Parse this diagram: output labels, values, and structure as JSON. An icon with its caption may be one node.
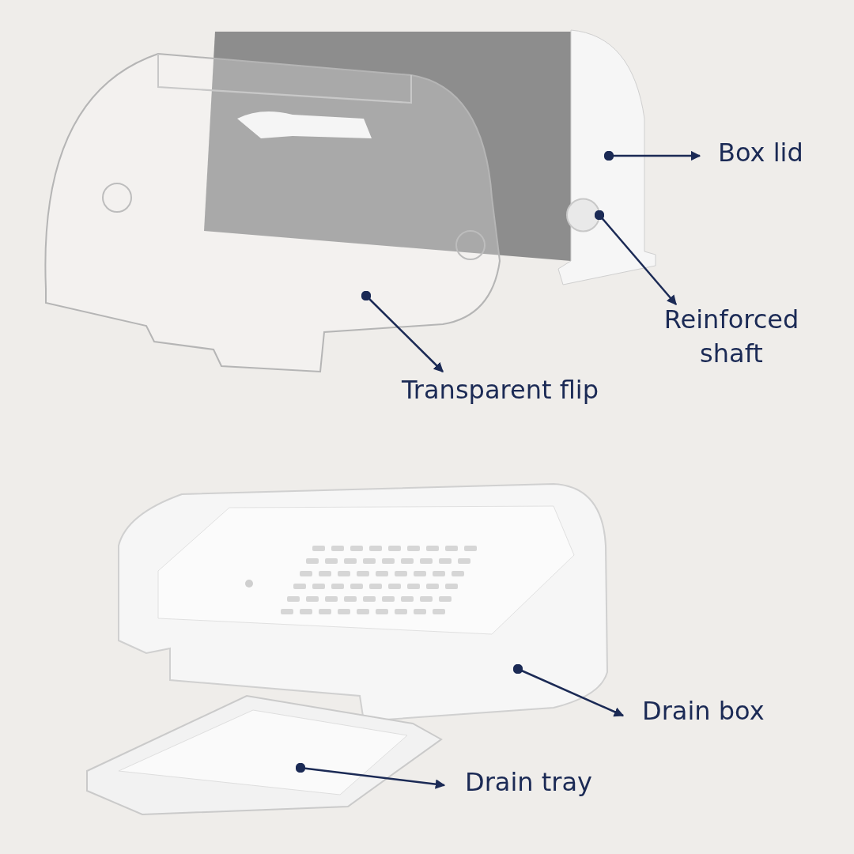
{
  "diagram": {
    "nodes": [
      {
        "text": [
          "Box lid"
        ]
      },
      {
        "text": [
          "Reinforced shaft"
        ]
      },
      {
        "text": [
          "Transparent flip"
        ]
      },
      {
        "text": [
          "Drain box"
        ]
      },
      {
        "text": [
          "Drain tray"
        ]
      },
      {
        "text": [],
        "shape": "picture"
      },
      {
        "text": [],
        "shape": "circle"
      },
      {
        "text": [],
        "shape": "picture"
      },
      {
        "text": [],
        "shape": "picture"
      },
      {
        "text": [],
        "shape": "picture"
      }
    ],
    "edges": [
      {
        "from": 5,
        "to": 0,
        "arrow": "to"
      },
      {
        "from": 6,
        "to": 1,
        "arrow": "to"
      },
      {
        "from": 7,
        "to": 2,
        "arrow": "to"
      },
      {
        "from": 8,
        "to": 3,
        "arrow": "to"
      },
      {
        "from": 9,
        "to": 4,
        "arrow": "to"
      }
    ]
  }
}
